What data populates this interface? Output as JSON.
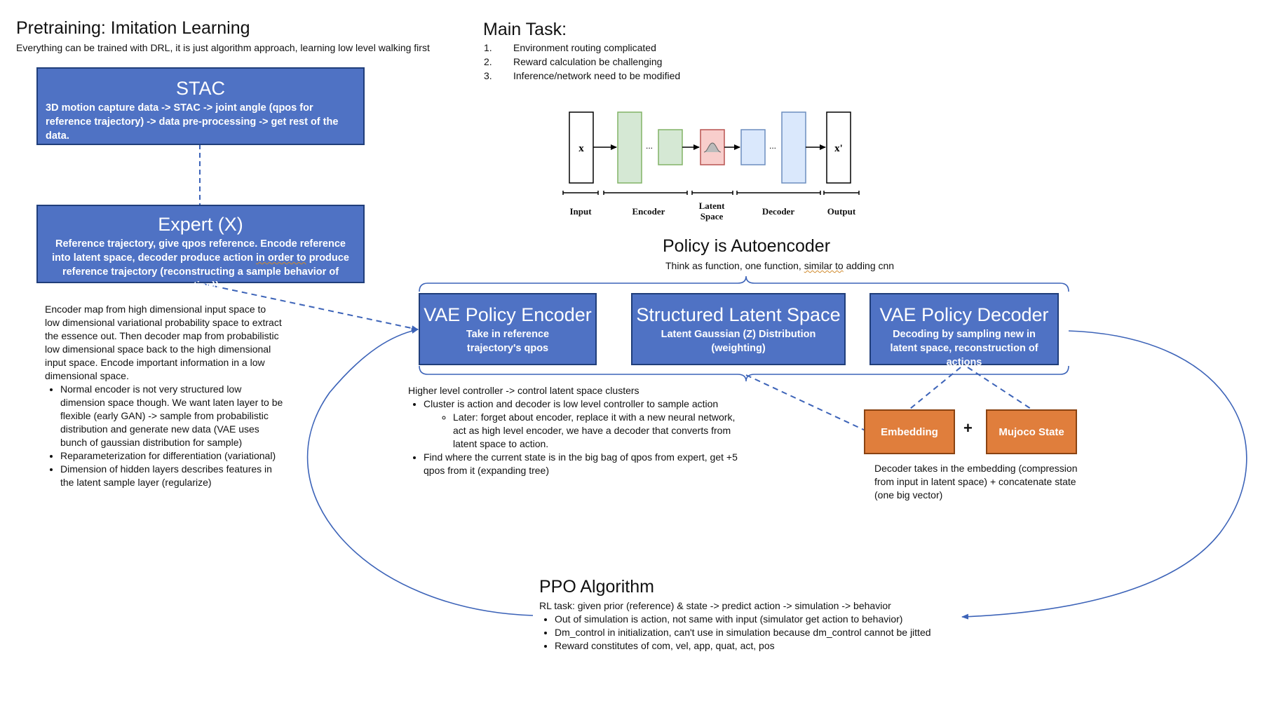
{
  "pretraining": {
    "title": "Pretraining: Imitation Learning",
    "subtitle": "Everything can be trained with DRL, it is just algorithm approach, learning low level walking first"
  },
  "stac": {
    "title": "STAC",
    "desc": "3D motion capture data -> STAC -> joint angle (qpos for reference trajectory) -> data pre-processing -> get rest of the data."
  },
  "expert": {
    "title": "Expert (X)",
    "desc_part1": "Reference trajectory, give qpos reference. Encode reference into latent space, decoder produce action ",
    "desc_squiggle": "in order to",
    "desc_part2": " produce reference trajectory (reconstructing a sample behavior of action))"
  },
  "encoder_notes": {
    "intro": "Encoder map from high dimensional input space to low dimensional variational probability space to extract the essence out. Then decoder map from probabilistic low dimensional space back to the high dimensional input space. Encode important information in a low dimensional space.",
    "bullets": [
      "Normal encoder is not very structured low dimension space though. We want laten layer to be flexible (early GAN) -> sample from probabilistic distribution and generate new data (VAE uses bunch of gaussian distribution for sample)",
      "Reparameterization for differentiation (variational)",
      "Dimension of hidden layers describes features in the latent sample layer (regularize)"
    ]
  },
  "main_task": {
    "title": "Main Task:",
    "items": [
      {
        "num": "1.",
        "text": "Environment routing complicated"
      },
      {
        "num": "2.",
        "text": "Reward calculation be challenging"
      },
      {
        "num": "3.",
        "text": "Inference/network need to be modified"
      }
    ]
  },
  "autoencoder_figure": {
    "input_symbol": "x",
    "output_symbol": "x'",
    "ellipsis": "...",
    "labels": {
      "input": "Input",
      "encoder": "Encoder",
      "latent_line1": "Latent",
      "latent_line2": "Space",
      "decoder": "Decoder",
      "output": "Output"
    },
    "colors": {
      "encoder_fill": "#d5e8d4",
      "encoder_stroke": "#82b366",
      "latent_fill": "#f8cecc",
      "latent_stroke": "#b85450",
      "decoder_fill": "#dae8fc",
      "decoder_stroke": "#6c8ebf"
    }
  },
  "policy": {
    "title": "Policy is Autoencoder",
    "subtitle_part1": "Think as function, one function, ",
    "subtitle_squiggle": "similar to",
    "subtitle_part2": " adding cnn"
  },
  "vae_encoder": {
    "title": "VAE Policy Encoder",
    "desc": "Take in reference trajectory's qpos"
  },
  "latent_space": {
    "title": "Structured Latent Space",
    "desc": "Latent Gaussian (Z) Distribution (weighting)"
  },
  "vae_decoder": {
    "title": "VAE Policy Decoder",
    "desc": "Decoding by sampling new in latent space, reconstruction of actions"
  },
  "embedding": {
    "label": "Embedding"
  },
  "plus": "+",
  "mujoco": {
    "label": "Mujoco State"
  },
  "controller_notes": {
    "intro": "Higher level controller -> control latent space clusters",
    "bullets": [
      {
        "text": "Cluster is action and decoder is low level controller to sample action",
        "sub": [
          "Later: forget about encoder, replace it with a new neural network, act as high level encoder, we have a decoder that converts from latent space to action."
        ]
      },
      {
        "text": "Find where the current state is in the big bag of qpos from expert, get +5 qpos from it (expanding tree)",
        "sub": []
      }
    ]
  },
  "decoder_notes": {
    "text": "Decoder takes in the embedding (compression from input in latent space) + concatenate state (one big vector)"
  },
  "ppo": {
    "title": "PPO Algorithm",
    "intro": "RL task: given prior (reference) & state -> predict action -> simulation -> behavior",
    "bullets": [
      "Out of simulation is action, not same with input (simulator get action to behavior)",
      "Dm_control in initialization, can't use in simulation because dm_control cannot be jitted",
      "Reward constitutes of com, vel, app, quat, act, pos"
    ]
  },
  "colors": {
    "box_blue": "#4f72c4",
    "box_border": "#203e7a",
    "orange": "#e07e3c",
    "connector": "#3c63b8"
  }
}
